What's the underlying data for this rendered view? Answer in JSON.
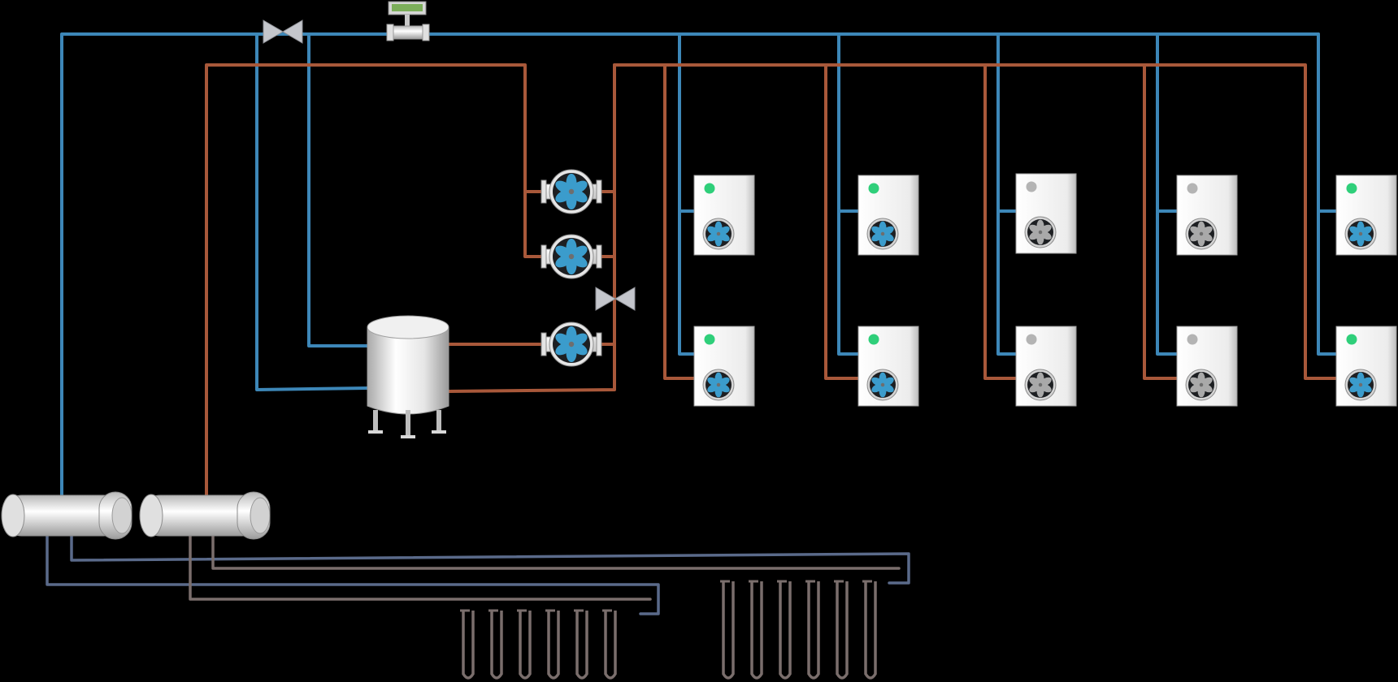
{
  "diagram": {
    "type": "hvac-process-schematic",
    "background": "#000000",
    "colors": {
      "supply_pipe": "#3d87b8",
      "return_pipe": "#a8583a",
      "ground_loop_blue": "#5a6a8a",
      "ground_loop_grey": "#7a6e6c",
      "fan_active": "#3b9ccc",
      "fan_inactive": "#a9a9a9",
      "status_on": "#2fcf7a",
      "status_off": "#b4b4b4",
      "equipment_body": "#e8e8e8"
    }
  },
  "equipment": {
    "flow_meter": {
      "icon": "flow-meter-icon"
    },
    "valves": [
      {
        "id": "main-supply-valve",
        "icon": "butterfly-valve-icon"
      },
      {
        "id": "bypass-valve",
        "icon": "butterfly-valve-icon"
      }
    ],
    "storage_tank": {
      "icon": "storage-tank-icon"
    },
    "circulation_pumps": [
      {
        "id": "pump-1",
        "state": "active"
      },
      {
        "id": "pump-2",
        "state": "active"
      },
      {
        "id": "pump-3",
        "state": "active"
      }
    ],
    "heat_exchangers": [
      {
        "id": "heat-exchanger-1",
        "icon": "shell-tube-exchanger-icon"
      },
      {
        "id": "heat-exchanger-2",
        "icon": "shell-tube-exchanger-icon"
      }
    ],
    "ground_loop_fields": [
      {
        "id": "ground-loop-field-1",
        "boreholes": 6
      },
      {
        "id": "ground-loop-field-2",
        "boreholes": 6
      }
    ],
    "outdoor_units": [
      {
        "id": "unit-col1-top",
        "column": 1,
        "row": "top",
        "status": "on"
      },
      {
        "id": "unit-col1-bottom",
        "column": 1,
        "row": "bottom",
        "status": "on"
      },
      {
        "id": "unit-col2-top",
        "column": 2,
        "row": "top",
        "status": "on"
      },
      {
        "id": "unit-col2-bottom",
        "column": 2,
        "row": "bottom",
        "status": "on"
      },
      {
        "id": "unit-col3-top",
        "column": 3,
        "row": "top",
        "status": "off"
      },
      {
        "id": "unit-col3-bottom",
        "column": 3,
        "row": "bottom",
        "status": "off"
      },
      {
        "id": "unit-col4-top",
        "column": 4,
        "row": "top",
        "status": "off"
      },
      {
        "id": "unit-col4-bottom",
        "column": 4,
        "row": "bottom",
        "status": "off"
      },
      {
        "id": "unit-col5-top",
        "column": 5,
        "row": "top",
        "status": "on"
      },
      {
        "id": "unit-col5-bottom",
        "column": 5,
        "row": "bottom",
        "status": "on"
      }
    ]
  }
}
